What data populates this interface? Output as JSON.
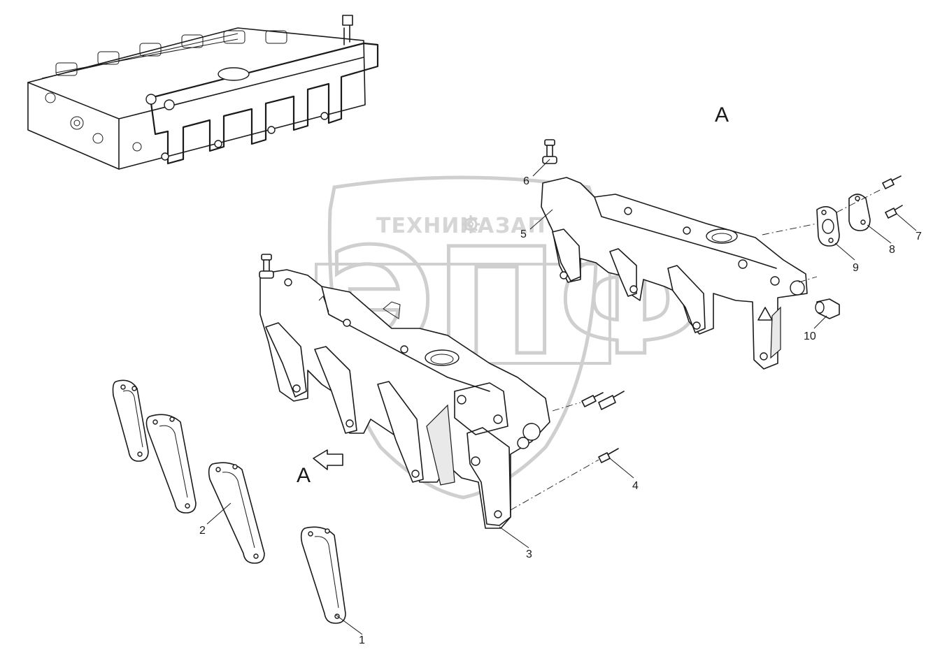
{
  "watermark": {
    "line1_left": "ТЕХНИКА",
    "line1_right": "ЗАПЧАСТИ",
    "emblem": "ЭПФ",
    "gear_icon": "gear-icon"
  },
  "view_labels": {
    "view_marker_top": "A",
    "view_marker_arrow": "A"
  },
  "callouts": [
    "1",
    "2",
    "3",
    "4",
    "5",
    "6",
    "7",
    "8",
    "9",
    "10"
  ]
}
